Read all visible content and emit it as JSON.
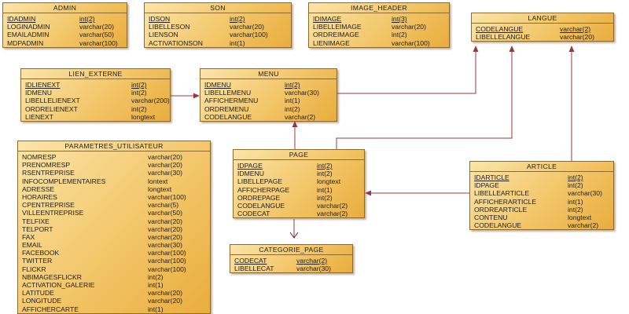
{
  "colors": {
    "entity_fill": "#f3c669",
    "entity_border": "#8e6a2f",
    "link": "#9a3842"
  },
  "tables": {
    "admin": {
      "title": "ADMIN",
      "rows": [
        {
          "name": "IDADMIN",
          "type": "int(2)",
          "pk": true
        },
        {
          "name": "LOGINADMIN",
          "type": "varchar(20)"
        },
        {
          "name": "EMAILADMIN",
          "type": "varchar(50)"
        },
        {
          "name": "MDPADMIN",
          "type": "varchar(100)"
        }
      ]
    },
    "son": {
      "title": "SON",
      "rows": [
        {
          "name": "IDSON",
          "type": "int(2)",
          "pk": true
        },
        {
          "name": "LIBELLESON",
          "type": "varchar(20)"
        },
        {
          "name": "LIENSON",
          "type": "varchar(100)"
        },
        {
          "name": "ACTIVATIONSON",
          "type": "int(1)"
        }
      ]
    },
    "image_header": {
      "title": "IMAGE_HEADER",
      "rows": [
        {
          "name": "IDIMAGE",
          "type": "int(3)",
          "pk": true
        },
        {
          "name": "LIBELLEIMAGE",
          "type": "varchar(20)"
        },
        {
          "name": "ORDREIMAGE",
          "type": "int(2)"
        },
        {
          "name": "LIENIMAGE",
          "type": "varchar(100)"
        }
      ]
    },
    "langue": {
      "title": "LANGUE",
      "rows": [
        {
          "name": "CODELANGUE",
          "type": "varchar(2)",
          "pk": true
        },
        {
          "name": "LIBELLELANGUE",
          "type": "varchar(20)"
        }
      ]
    },
    "lien_externe": {
      "title": "LIEN_EXTERNE",
      "rows": [
        {
          "name": "IDLIENEXT",
          "type": "int(2)",
          "pk": true
        },
        {
          "name": "IDMENU",
          "type": "int(2)"
        },
        {
          "name": "LIBELLELIENEXT",
          "type": "varchar(200)"
        },
        {
          "name": "ORDRELIENEXT",
          "type": "int(2)"
        },
        {
          "name": "LIENEXT",
          "type": "longtext"
        }
      ]
    },
    "menu": {
      "title": "MENU",
      "rows": [
        {
          "name": "IDMENU",
          "type": "int(2)",
          "pk": true
        },
        {
          "name": "LIBELLEMENU",
          "type": "varchar(30)"
        },
        {
          "name": "AFFICHERMENU",
          "type": "int(1)"
        },
        {
          "name": "ORDREMENU",
          "type": "int(2)"
        },
        {
          "name": "CODELANGUE",
          "type": "varchar(2)"
        }
      ]
    },
    "parametres_utilisateur": {
      "title": "PARAMETRES_UTILISATEUR",
      "rows": [
        {
          "name": "NOMRESP",
          "type": "varchar(20)"
        },
        {
          "name": "PRENOMRESP",
          "type": "varchar(20)"
        },
        {
          "name": "RSENTREPRISE",
          "type": "varchar(30)"
        },
        {
          "name": "INFOCOMPLEMENTAIRES",
          "type": "lontext"
        },
        {
          "name": "ADRESSE",
          "type": "longtext"
        },
        {
          "name": "HORAIRES",
          "type": "varchar(100)"
        },
        {
          "name": "CPENTREPRISE",
          "type": "varchar(5)"
        },
        {
          "name": "VILLEENTREPRISE",
          "type": "varchar(50)"
        },
        {
          "name": "TELFIXE",
          "type": "varchar(20)"
        },
        {
          "name": "TELPORT",
          "type": "varchar(20)"
        },
        {
          "name": "FAX",
          "type": "varchar(20)"
        },
        {
          "name": "EMAIL",
          "type": "varchar(30)"
        },
        {
          "name": "FACEBOOK",
          "type": "varchar(100)"
        },
        {
          "name": "TWITTER",
          "type": "varchar(100)"
        },
        {
          "name": "FLICKR",
          "type": "varchar(100)"
        },
        {
          "name": "NBIMAGESFLICKR",
          "type": "int(2)"
        },
        {
          "name": "ACTIVATION_GALERIE",
          "type": "int(1)"
        },
        {
          "name": "LATITUDE",
          "type": "varchar(20)"
        },
        {
          "name": "LONGITUDE",
          "type": "varchar(20)"
        },
        {
          "name": "AFFICHERCARTE",
          "type": "int(1)"
        }
      ]
    },
    "page": {
      "title": "PAGE",
      "rows": [
        {
          "name": "IDPAGE",
          "type": "int(2)",
          "pk": true
        },
        {
          "name": "IDMENU",
          "type": "int(2)"
        },
        {
          "name": "LIBELLEPAGE",
          "type": "longtext"
        },
        {
          "name": "AFFICHERPAGE",
          "type": "int(1)"
        },
        {
          "name": "ORDREPAGE",
          "type": "int(2)"
        },
        {
          "name": "CODELANGUE",
          "type": "varchar(2)"
        },
        {
          "name": "CODECAT",
          "type": "varchar(2)"
        }
      ]
    },
    "article": {
      "title": "ARTICLE",
      "rows": [
        {
          "name": "IDARTICLE",
          "type": "int(2)",
          "pk": true
        },
        {
          "name": "IDPAGE",
          "type": "int(2)"
        },
        {
          "name": "LIBELLEARTICLE",
          "type": "varchar(30)"
        },
        {
          "name": "AFFICHERARTICLE",
          "type": "int(1)"
        },
        {
          "name": "ORDREARTICLE",
          "type": "int(2)"
        },
        {
          "name": "CONTENU",
          "type": "longtext"
        },
        {
          "name": "CODELANGUE",
          "type": "varchar(2)"
        }
      ]
    },
    "categorie_page": {
      "title": "CATEGORIE_PAGE",
      "rows": [
        {
          "name": "CODECAT",
          "type": "varchar(2)",
          "pk": true
        },
        {
          "name": "LIBELLECAT",
          "type": "varchar(30)"
        }
      ]
    }
  }
}
